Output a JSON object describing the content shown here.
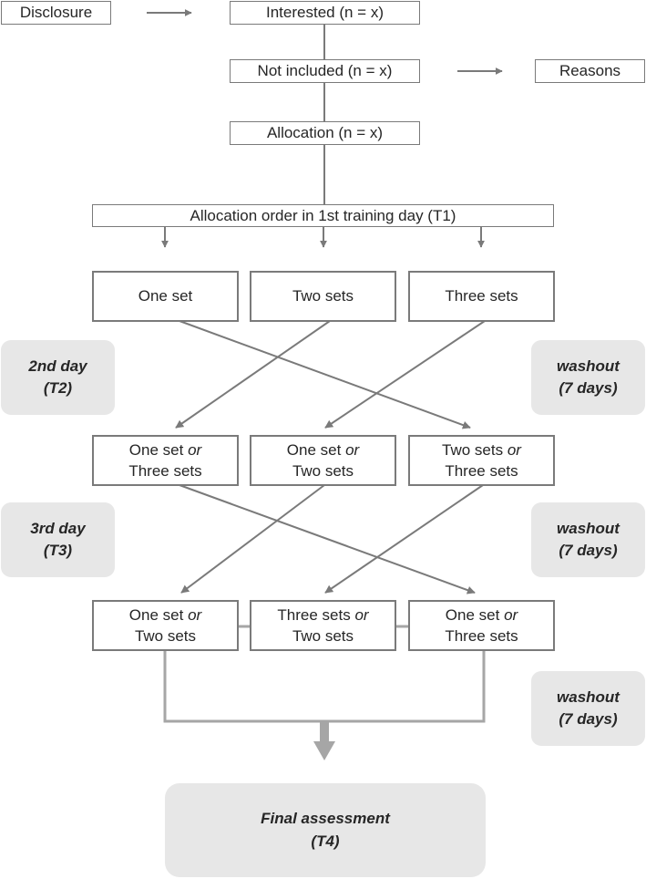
{
  "top": {
    "disclosure": "Disclosure",
    "interested": "Interested (n = x)",
    "not_included": "Not included (n = x)",
    "reasons": "Reasons",
    "allocation": "Allocation (n = x)"
  },
  "t1": {
    "order": "Allocation order in 1st training day (T1)",
    "boxes": [
      "One set",
      "Two sets",
      "Three sets"
    ]
  },
  "t2": {
    "label_line1": "2nd day",
    "label_line2": "(T2)",
    "boxes": [
      {
        "a": "One set",
        "conj": "or",
        "b": "Three sets"
      },
      {
        "a": "One set",
        "conj": "or",
        "b": "Two sets"
      },
      {
        "a": "Two sets",
        "conj": "or",
        "b": "Three sets"
      }
    ]
  },
  "t3": {
    "label_line1": "3rd day",
    "label_line2": "(T3)",
    "boxes": [
      {
        "a": "One set",
        "conj": "or",
        "b": "Two sets"
      },
      {
        "a": "Three sets",
        "conj": "or",
        "b": "Two sets"
      },
      {
        "a": "One set",
        "conj": "or",
        "b": "Three sets"
      }
    ]
  },
  "washout": {
    "line1": "washout",
    "line2": "(7 days)"
  },
  "final": {
    "line1": "Final assessment",
    "line2": "(T4)"
  },
  "colors": {
    "line": "#7a7a7a",
    "bracket": "#a6a6a6",
    "tag_bg": "#e7e7e7"
  }
}
